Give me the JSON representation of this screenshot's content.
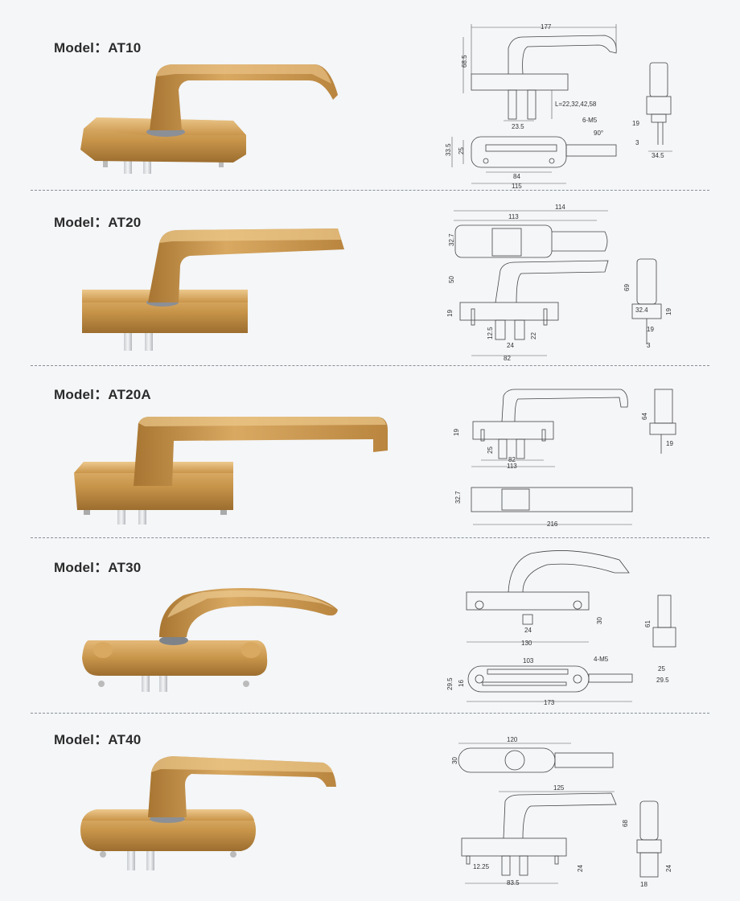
{
  "colors": {
    "background": "#f4f6f8",
    "gold": "#c8954a",
    "gold_dark": "#9c6d2f",
    "gold_light": "#e2b874",
    "line": "#444444"
  },
  "sections": [
    {
      "title": "Model：AT10",
      "dims": {
        "w177": "177",
        "h68_5": "68.5",
        "l_opts": "L=22,32,42,58",
        "w23_5": "23.5",
        "m5": "6-M5",
        "angle": "90°",
        "h33_5": "33.5",
        "h25": "25",
        "w84": "84",
        "w115": "115",
        "w19": "19",
        "w3": "3",
        "w34_5": "34.5"
      }
    },
    {
      "title": "Model：AT20",
      "dims": {
        "w114": "114",
        "w113": "113",
        "h32_7": "32.7",
        "h50": "50",
        "h19": "19",
        "h12_5": "12.5",
        "w24": "24",
        "h22": "22",
        "w82": "82",
        "h69": "69",
        "w32_4": "32.4",
        "h19b": "19",
        "w19": "19",
        "w3": "3"
      }
    },
    {
      "title": "Model：AT20A",
      "dims": {
        "h19": "19",
        "h25": "25",
        "w82": "82",
        "w113": "113",
        "h64": "64",
        "w19": "19",
        "h32_7": "32.7",
        "w216": "216"
      }
    },
    {
      "title": "Model：AT30",
      "dims": {
        "h30": "30",
        "w24": "24",
        "w130": "130",
        "h61": "61",
        "w103": "103",
        "m5": "4-M5",
        "h29_5": "29.5",
        "h16": "16",
        "w173": "173",
        "w25": "25",
        "w29_5": "29.5"
      }
    },
    {
      "title": "Model：AT40",
      "dims": {
        "w120": "120",
        "h30": "30",
        "w125": "125",
        "h68": "68",
        "w12_25": "12.25",
        "h24": "24",
        "w83_5": "83.5",
        "h24b": "24",
        "w18": "18"
      }
    }
  ]
}
